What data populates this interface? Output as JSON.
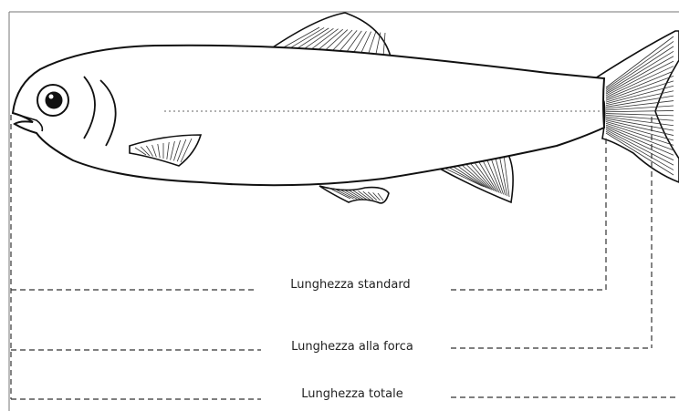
{
  "diagram": {
    "labels": {
      "standard_length": "Lunghezza standard",
      "fork_length": "Lunghezza alla forca",
      "total_length": "Lunghezza totale"
    }
  },
  "colors": {
    "line": "#111111",
    "text": "#222222",
    "background": "#ffffff"
  }
}
